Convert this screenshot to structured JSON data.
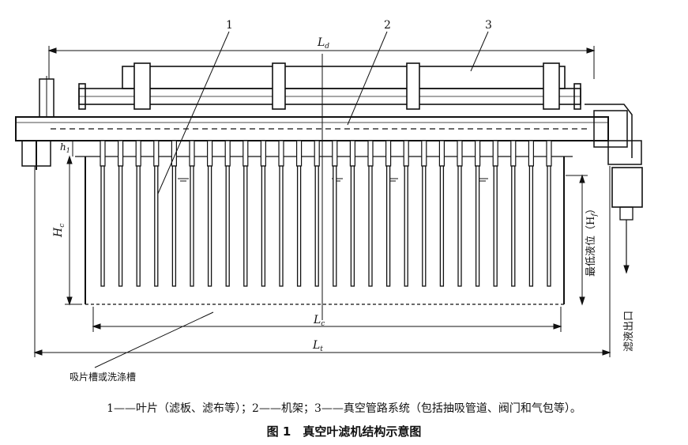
{
  "callouts": {
    "c1": "1",
    "c2": "2",
    "c3": "3"
  },
  "dimensions": {
    "ld": "L",
    "ld_sub": "d",
    "lc": "L",
    "lc_sub": "c",
    "lt": "L",
    "lt_sub": "t",
    "h1": "h",
    "h1_sub": "1",
    "hc": "H",
    "hc_sub": "c"
  },
  "side_labels": {
    "level": "最低液位（H",
    "level_sub": "f",
    "level_end": "）",
    "outlet": "滤液出口"
  },
  "tank_label": "吸片槽或洗涤槽",
  "legend": "1——叶片（滤板、滤布等）；2——机架；3——真空管路系统（包括抽吸管道、阀门和气包等）。",
  "figure_title": "图 1　真空叶滤机结构示意图"
}
